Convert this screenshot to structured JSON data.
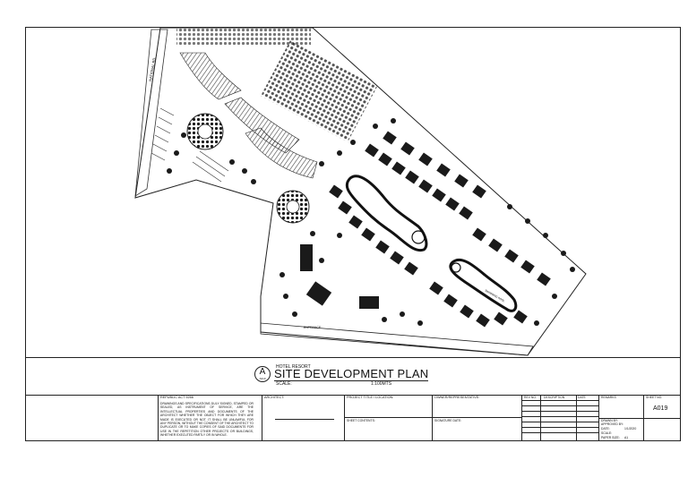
{
  "title_block": {
    "project_name": "HOTEL RESORT",
    "drawing_title": "SITE DEVELOPMENT PLAN",
    "detail_letter": "A",
    "detail_ref": "A019",
    "scale_label": "SCALE:",
    "scale_value": "1:100MTS"
  },
  "table": {
    "republic_act_label": "REPUBLIC ACT 9266",
    "notes": "DRAWINGS AND SPECIFICATIONS DULY SIGNED, STAMPED OR SEALED, AS INSTRUMENT OF SERVICE, ARE THE INTELLECTUAL PROPERTIES AND DOCUMENTS OF THE ARCHITECT WHETHER THE OBJECT FOR WHICH THEY ARE MADE IS EXECUTED OR NOT. IT SHALL BE UNLAWFUL FOR ANY PERSON, WITHOUT THE CONSENT OF THE ARCHITECT TO DUPLICATE OR TO MAKE COPIES OF SAID DOCUMENTS FOR USE IN THE REPETITION OTHER PROJECTS OR BUILDINGS, WHETHER EXECUTED PARTLY OR IN WHOLE.",
    "architect_label": "ARCHITECT:",
    "project_title_label": "PROJECT TITLE / LOCATION:",
    "sheet_contents_label": "SHEET CONTENTS:",
    "owner_label": "OWNER/REPRESENTATIVE:",
    "signature_label": "SIGNATURE DATE:",
    "rev_label": "REV NO.",
    "description_label": "DESCRIPTION",
    "date_label": "DATE",
    "remarks_label": "REMARKS",
    "sheet_no_label": "SHEET NO.",
    "sheet_no": "A019",
    "drawn_by": "DRAWN BY:",
    "approved_by": "APPROVED BY:",
    "date_field": "DATE:",
    "date_value": "1/1/2020",
    "scale_field": "SCALE:",
    "paper_size": "PAPER SIZE:",
    "paper_size_value": "A1"
  },
  "plan_labels": {
    "road": "NATIONAL RD.",
    "entry": "ENTRANCE",
    "pool_label": "SWIMMING POOL"
  },
  "colors": {
    "line": "#222222",
    "hatch": "#555555",
    "tree": "#1a1a1a",
    "background": "#ffffff"
  }
}
